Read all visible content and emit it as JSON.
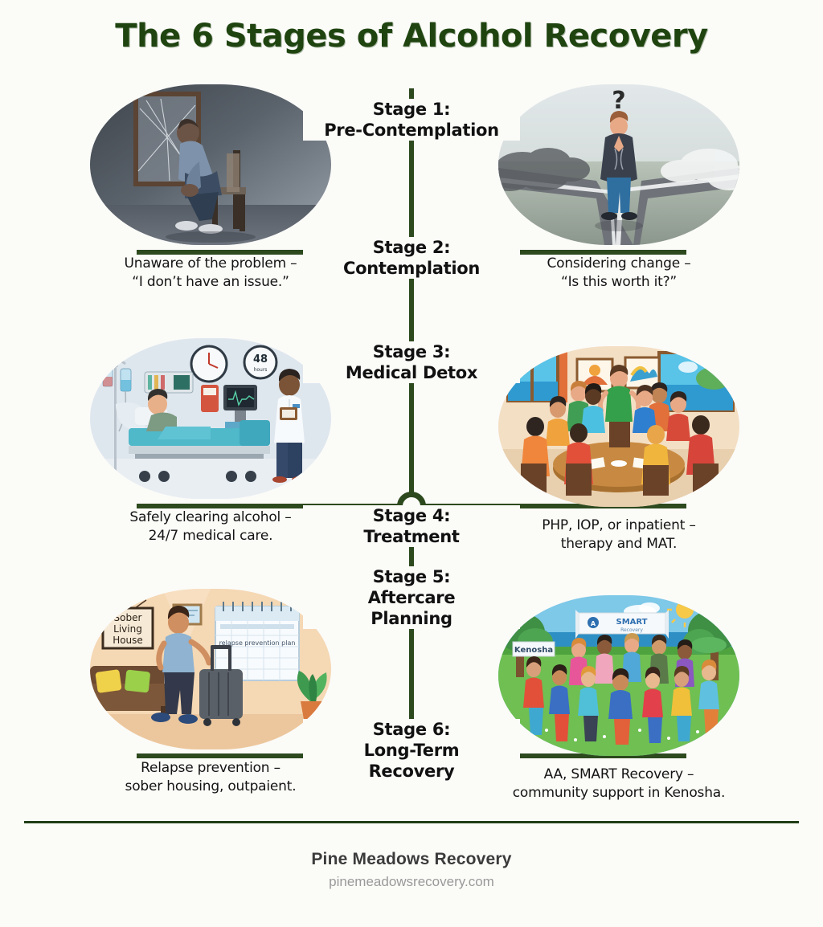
{
  "title": "The 6 Stages of Alcohol Recovery",
  "stages": [
    {
      "label_line1": "Stage 1:",
      "label_line2": "Pre-Contemplation",
      "label_line3": "",
      "side": "left",
      "caption_line1": "Unaware of the problem –",
      "caption_line2": "“I don’t have an issue.”",
      "image_name": "man-sitting-head-down-broken-mirror",
      "image_alt": "Dark moody photo of a man sitting on a chair with head down beside a cracked framed mirror"
    },
    {
      "label_line1": "Stage 2:",
      "label_line2": "Contemplation",
      "label_line3": "",
      "side": "right",
      "caption_line1": "Considering change –",
      "caption_line2": "“Is this worth it?”",
      "image_name": "man-at-crossroads-question-mark",
      "image_alt": "Illustration of a man standing at a fork in the road with a question mark, dark smoke on one path and light fog on the other"
    },
    {
      "label_line1": "Stage 3:",
      "label_line2": "Medical Detox",
      "label_line3": "",
      "side": "left",
      "caption_line1": "Safely clearing alcohol –",
      "caption_line2": "24/7 medical care.",
      "image_name": "hospital-detox-bed-iv-monitor",
      "image_alt": "Illustration of a patient in a hospital bed with IV drips, monitors, a wall clock, a 48 hours sign and a doctor with a clipboard"
    },
    {
      "label_line1": "Stage 4:",
      "label_line2": "Treatment",
      "label_line3": "",
      "side": "right",
      "caption_line1": "PHP, IOP, or inpatient –",
      "caption_line2": "therapy and MAT.",
      "image_name": "group-therapy-session-table",
      "image_alt": "Illustration of a group therapy session with people seated around a round table in a room with windows overlooking water"
    },
    {
      "label_line1": "Stage 5:",
      "label_line2": "Aftercare",
      "label_line3": "Planning",
      "side": "left",
      "caption_line1": "Relapse prevention –",
      "caption_line2": "sober housing, outpaient.",
      "image_name": "sober-living-house-suitcase-calendar",
      "image_alt": "Illustration of a man with a suitcase in a sober living house with a Sober Living House sign, sofa, wall calendar and plant"
    },
    {
      "label_line1": "Stage 6:",
      "label_line2": "Long-Term",
      "label_line3": "Recovery",
      "side": "right",
      "caption_line1": "AA, SMART Recovery –",
      "caption_line2": "community support in Kenosha.",
      "image_name": "community-circle-holding-hands-park",
      "image_alt": "Illustration of a diverse community circle holding hands in a sunny park with a banner, a Kenosha sign, trees and a lake"
    }
  ],
  "image_texts": {
    "detox_sign": "48",
    "detox_sign_sub": "hours",
    "sober_sign_line1": "Sober",
    "sober_sign_line2": "Living",
    "sober_sign_line3": "House",
    "calendar_note": "relapse prevention plan",
    "park_banner": "SMART Recovery",
    "park_sign": "Kenosha",
    "crossroads_symbol": "?"
  },
  "footer": {
    "brand": "Pine Meadows Recovery",
    "url": "pinemeadowsrecovery.com"
  },
  "colors": {
    "title_green": "#1f4410",
    "connector_green": "#2d4a1e",
    "background": "#fbfbf8",
    "caption_text": "#141414",
    "footer_brand": "#3b3b3b",
    "footer_url": "#9a9a9a"
  }
}
